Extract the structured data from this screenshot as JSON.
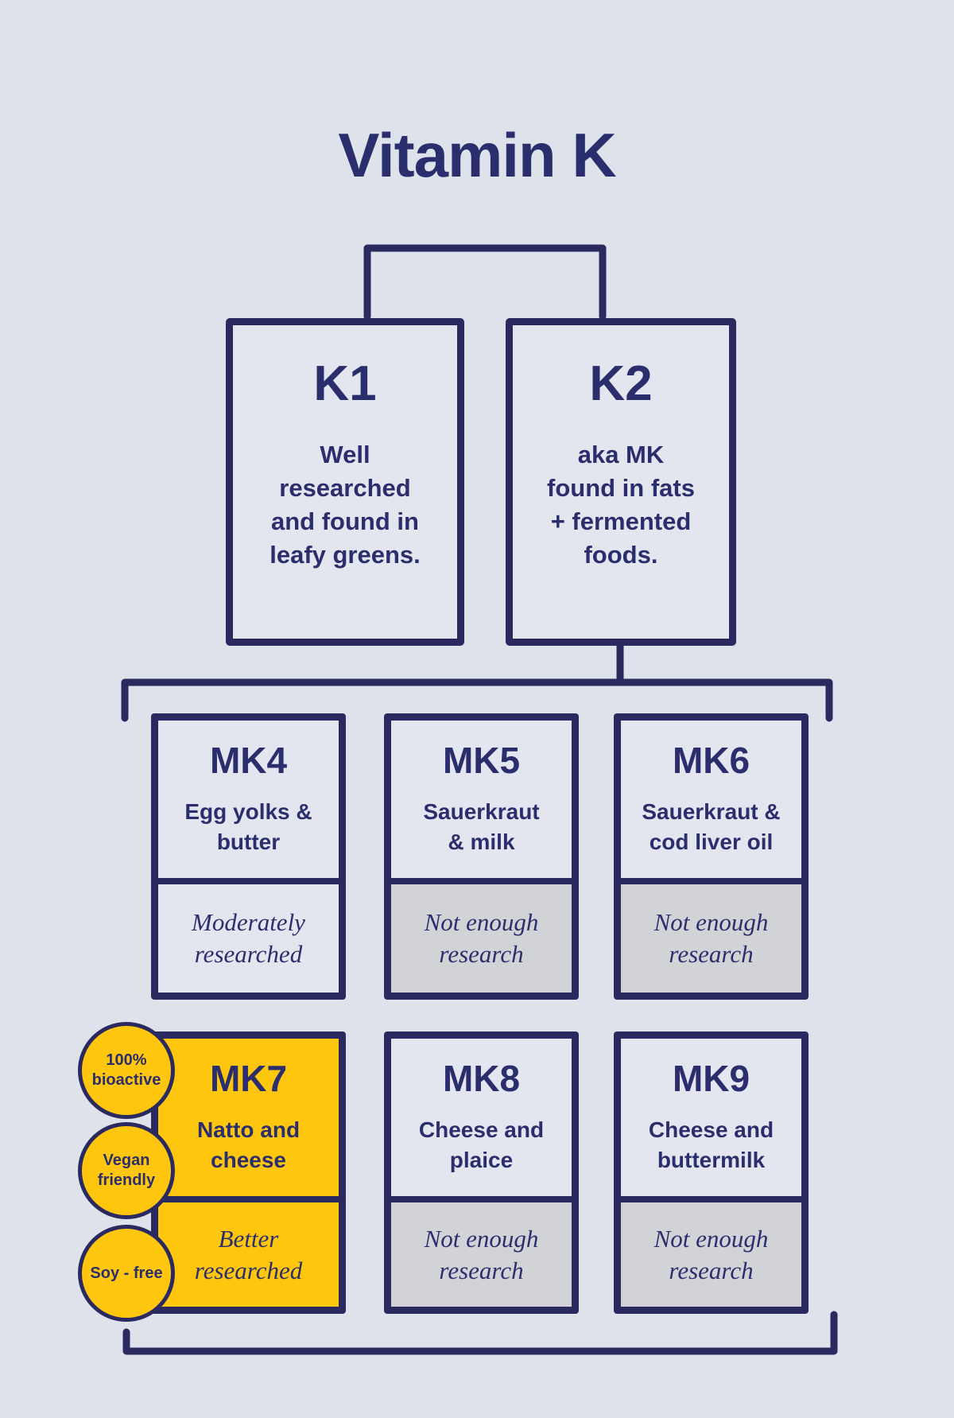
{
  "title": "Vitamin K",
  "colors": {
    "background": "#dee2ea",
    "box_fill": "#e3e6ef",
    "line_navy": "#2b2a60",
    "text_navy": "#2b2e6d",
    "highlight_yellow": "#ffc60e",
    "insufficient_gray": "#d2d3d7"
  },
  "k_types": [
    {
      "label": "K1",
      "description_lines": [
        "Well",
        "researched",
        "and found in",
        "leafy greens."
      ]
    },
    {
      "label": "K2",
      "description_lines": [
        "aka MK",
        "found in fats",
        "+ fermented",
        "foods."
      ]
    }
  ],
  "mk_types": [
    {
      "label": "MK4",
      "food_lines": [
        "Egg yolks &",
        "butter"
      ],
      "research_lines": [
        "Moderately",
        "researched"
      ],
      "research_status": "Moderately researched",
      "highlighted": false
    },
    {
      "label": "MK5",
      "food_lines": [
        "Sauerkraut",
        "& milk"
      ],
      "research_lines": [
        "Not enough",
        "research"
      ],
      "research_status": "Not enough research",
      "highlighted": false
    },
    {
      "label": "MK6",
      "food_lines": [
        "Sauerkraut &",
        "cod liver oil"
      ],
      "research_lines": [
        "Not enough",
        "research"
      ],
      "research_status": "Not enough research",
      "highlighted": false
    },
    {
      "label": "MK7",
      "food_lines": [
        "Natto and",
        "cheese"
      ],
      "research_lines": [
        "Better",
        "researched"
      ],
      "research_status": "Better researched",
      "highlighted": true
    },
    {
      "label": "MK8",
      "food_lines": [
        "Cheese and",
        "plaice"
      ],
      "research_lines": [
        "Not enough",
        "research"
      ],
      "research_status": "Not enough research",
      "highlighted": false
    },
    {
      "label": "MK9",
      "food_lines": [
        "Cheese and",
        "buttermilk"
      ],
      "research_lines": [
        "Not enough",
        "research"
      ],
      "research_status": "Not enough research",
      "highlighted": false
    }
  ],
  "badges": [
    {
      "lines": [
        "100%",
        "bioactive"
      ]
    },
    {
      "lines": [
        "Vegan",
        "friendly"
      ]
    },
    {
      "lines": [
        "Soy - free"
      ]
    }
  ]
}
